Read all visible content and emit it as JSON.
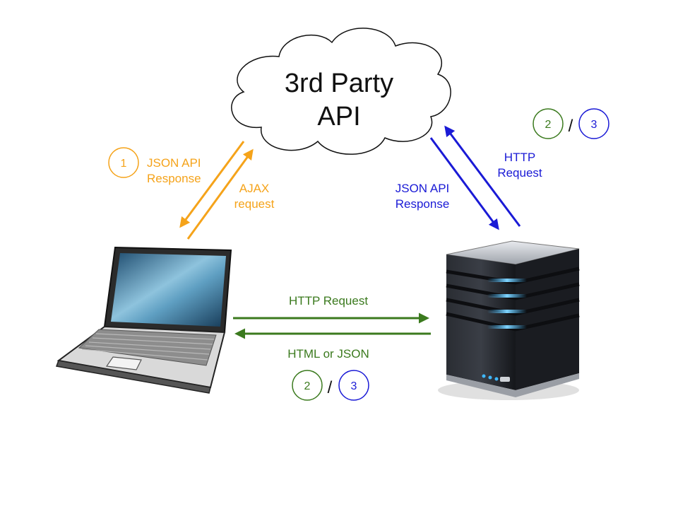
{
  "cloud": {
    "line1": "3rd Party",
    "line2": "API"
  },
  "client_api": {
    "step_badge": "1",
    "response_label_1": "JSON API",
    "response_label_2": "Response",
    "request_label_1": "AJAX",
    "request_label_2": "request"
  },
  "server_api": {
    "badge_a": "2",
    "badge_sep": "/",
    "badge_b": "3",
    "response_label_1": "JSON API",
    "response_label_2": "Response",
    "request_label_1": "HTTP",
    "request_label_2": "Request"
  },
  "client_server": {
    "request_label": "HTTP Request",
    "response_label": "HTML or JSON",
    "badge_a": "2",
    "badge_sep": "/",
    "badge_b": "3"
  },
  "colors": {
    "orange": "#f5a31a",
    "blue": "#1a1ad6",
    "green": "#3b7a1e",
    "server_led": "#3fb8ff"
  },
  "icons": {
    "client": "laptop-icon",
    "server": "server-tower-icon",
    "api": "cloud-icon"
  }
}
